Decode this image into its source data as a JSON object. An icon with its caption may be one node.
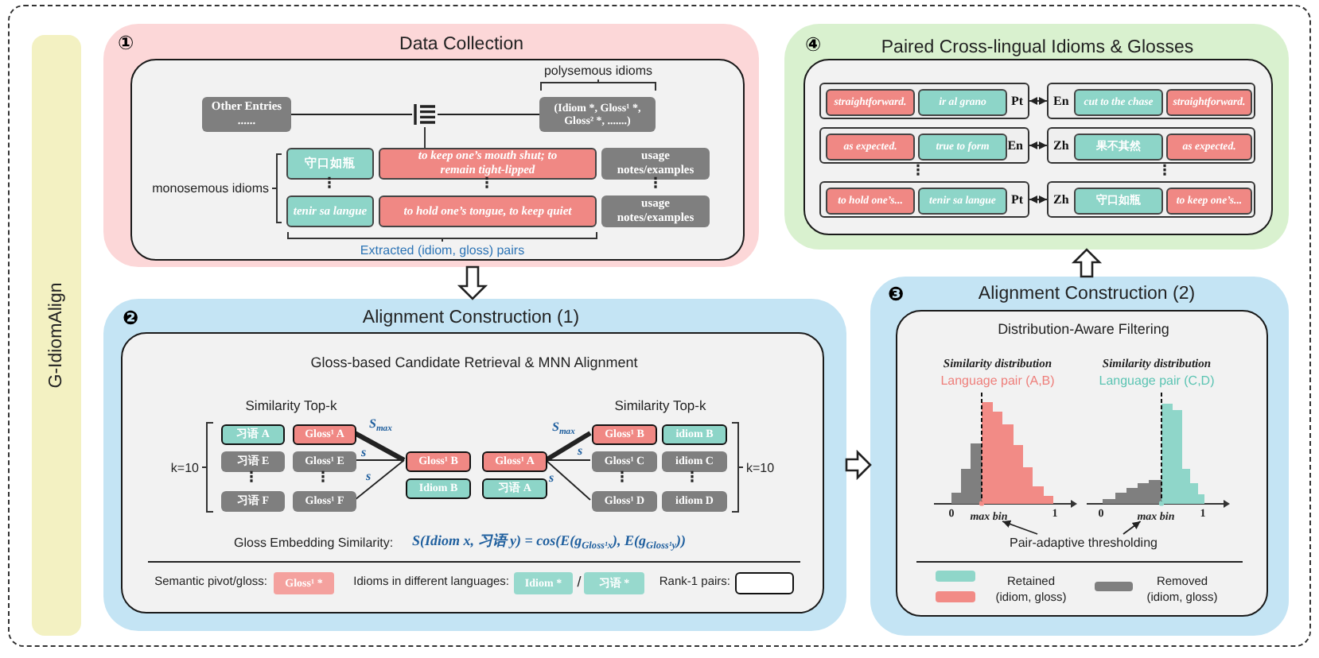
{
  "diagram": {
    "nodes": [
      {
        "text": [
          "G-IdiomAlign"
        ]
      },
      {
        "text": [
          "①",
          "Data Collection"
        ]
      },
      {
        "text": [
          "Other Entries ......"
        ],
        "in": 1
      },
      {
        "text": [],
        "shape": "picture",
        "in": 1
      },
      {
        "text": [
          "(Idiom *, Gloss¹ *, Gloss² *, .......)"
        ],
        "beside": [
          "polysemous idioms"
        ],
        "in": 1
      },
      {
        "text": [
          "守口如瓶"
        ],
        "in": 1
      },
      {
        "text": [
          "to keep one’s mouth shut; to remain tight-lipped"
        ],
        "in": 1
      },
      {
        "text": [
          "usage notes/examples"
        ],
        "in": 1
      },
      {
        "text": [
          "tenir sa langue"
        ],
        "in": 1
      },
      {
        "text": [
          "to hold one’s tongue, to keep quiet"
        ],
        "in": 1
      },
      {
        "text": [
          "usage notes/examples"
        ],
        "in": 1
      },
      {
        "text": [
          "❷",
          "Alignment Construction (1)"
        ]
      },
      {
        "text": [
          "Gloss-based Candidate Retrieval & MNN Alignment"
        ],
        "in": 11
      },
      {
        "text": [
          "习语 A"
        ],
        "in": 12
      },
      {
        "text": [
          "Gloss¹ A"
        ],
        "in": 12
      },
      {
        "text": [
          "习语 E"
        ],
        "in": 12
      },
      {
        "text": [
          "Gloss¹ E"
        ],
        "in": 12
      },
      {
        "text": [
          "习语 F"
        ],
        "in": 12
      },
      {
        "text": [
          "Gloss¹ F"
        ],
        "in": 12
      },
      {
        "text": [
          "Gloss¹ B"
        ],
        "in": 12
      },
      {
        "text": [
          "Idiom B"
        ],
        "in": 12
      },
      {
        "text": [
          "Gloss¹ A"
        ],
        "in": 12
      },
      {
        "text": [
          "习语 A"
        ],
        "in": 12
      },
      {
        "text": [
          "Gloss¹ B"
        ],
        "in": 12
      },
      {
        "text": [
          "idiom B"
        ],
        "in": 12
      },
      {
        "text": [
          "Gloss¹ C"
        ],
        "in": 12
      },
      {
        "text": [
          "idiom C"
        ],
        "in": 12
      },
      {
        "text": [
          "Gloss¹ D"
        ],
        "in": 12
      },
      {
        "text": [
          "idiom D"
        ],
        "in": 12
      },
      {
        "text": [
          "❸",
          "Alignment Construction (2)"
        ]
      },
      {
        "text": [
          "Distribution-Aware Filtering"
        ],
        "in": 29
      },
      {
        "text": [
          "Pair-adaptive thresholding"
        ],
        "in": 30
      },
      {
        "text": [
          "④",
          "Paired Cross-lingual Idioms & Glosses"
        ]
      },
      {
        "text": [
          "Pt"
        ],
        "in": 32
      },
      {
        "text": [
          "straightforward."
        ],
        "in": 33
      },
      {
        "text": [
          "ir al grano"
        ],
        "in": 33
      },
      {
        "text": [
          "En"
        ],
        "in": 32
      },
      {
        "text": [
          "cut to the chase"
        ],
        "in": 36
      },
      {
        "text": [
          "straightforward."
        ],
        "in": 36
      },
      {
        "text": [
          "En"
        ],
        "in": 32
      },
      {
        "text": [
          "as expected."
        ],
        "in": 39
      },
      {
        "text": [
          "true to form"
        ],
        "in": 39
      },
      {
        "text": [
          "Zh"
        ],
        "in": 32
      },
      {
        "text": [
          "果不其然"
        ],
        "in": 42
      },
      {
        "text": [
          "as expected."
        ],
        "in": 42
      },
      {
        "text": [
          "Pt"
        ],
        "in": 32
      },
      {
        "text": [
          "to hold one’s..."
        ],
        "in": 45
      },
      {
        "text": [
          "tenir sa langue"
        ],
        "in": 45
      },
      {
        "text": [
          "Zh"
        ],
        "in": 32
      },
      {
        "text": [
          "守口如瓶"
        ],
        "in": 48
      },
      {
        "text": [
          "to keep one’s..."
        ],
        "in": 48
      },
      {
        "text": [
          "max bin"
        ],
        "in": 30
      },
      {
        "text": [
          "max bin"
        ],
        "in": 30
      }
    ],
    "edges": [
      {
        "from": 1,
        "to": 11,
        "arrow": "to",
        "style": "thick"
      },
      {
        "from": 11,
        "to": 29,
        "arrow": "to",
        "style": "thick"
      },
      {
        "from": 29,
        "to": 32,
        "arrow": "to",
        "style": "thick"
      },
      {
        "from": 2,
        "to": 3,
        "arrow": "none"
      },
      {
        "from": 3,
        "to": 4,
        "arrow": "none"
      },
      {
        "from": 3,
        "to": 6,
        "arrow": "none"
      },
      {
        "from": 14,
        "to": 19,
        "arrow": "none",
        "label": "S$_{max}$",
        "style": "thick"
      },
      {
        "from": 16,
        "to": 19,
        "arrow": "none",
        "label": "s"
      },
      {
        "from": 18,
        "to": 19,
        "arrow": "none",
        "label": "s"
      },
      {
        "from": 21,
        "to": 23,
        "arrow": "none",
        "label": "S$_{max}$",
        "style": "thick"
      },
      {
        "from": 21,
        "to": 25,
        "arrow": "none",
        "label": "s"
      },
      {
        "from": 21,
        "to": 27,
        "arrow": "none",
        "label": "s"
      },
      {
        "from": 31,
        "to": 51,
        "arrow": "to"
      },
      {
        "from": 31,
        "to": 52,
        "arrow": "to"
      },
      {
        "from": 33,
        "to": 36,
        "arrow": "both"
      },
      {
        "from": 39,
        "to": 42,
        "arrow": "both"
      },
      {
        "from": 45,
        "to": 48,
        "arrow": "both"
      }
    ],
    "labels": [
      "monosemous idioms",
      "⋮",
      "⋮",
      "⋮",
      "Extracted (idiom, gloss) pairs",
      "Similarity Top-k",
      "Similarity Top-k",
      "k=10",
      "⋮",
      "⋮",
      "k=10",
      "⋮",
      "⋮",
      "Gloss Embedding Similarity:",
      "S(Idiom x, 习语 y) = cos(E(g$_{Gloss¹x}$), E(g$_{Gloss¹y}$))",
      "Gloss¹ *",
      "Idiom *",
      "/",
      "习语 *",
      "Similarity distribution",
      "Language pair (A,B)",
      "Similarity distribution",
      "Language pair (C,D)",
      "0",
      "1",
      "0",
      "1",
      "⋮",
      "⋮"
    ],
    "legend": [
      {
        "text": "Semantic pivot/gloss:",
        "color": "#f4a19e"
      },
      {
        "text": "Idioms in different languages:",
        "color": "#97d9cd"
      },
      {
        "text": "Rank-1 pairs:"
      },
      {
        "text": "Retained (idiom, gloss)",
        "color": "#8fd6c9"
      },
      {
        "text": "Removed (idiom, gloss)",
        "color": "#7f7f7f"
      }
    ]
  }
}
